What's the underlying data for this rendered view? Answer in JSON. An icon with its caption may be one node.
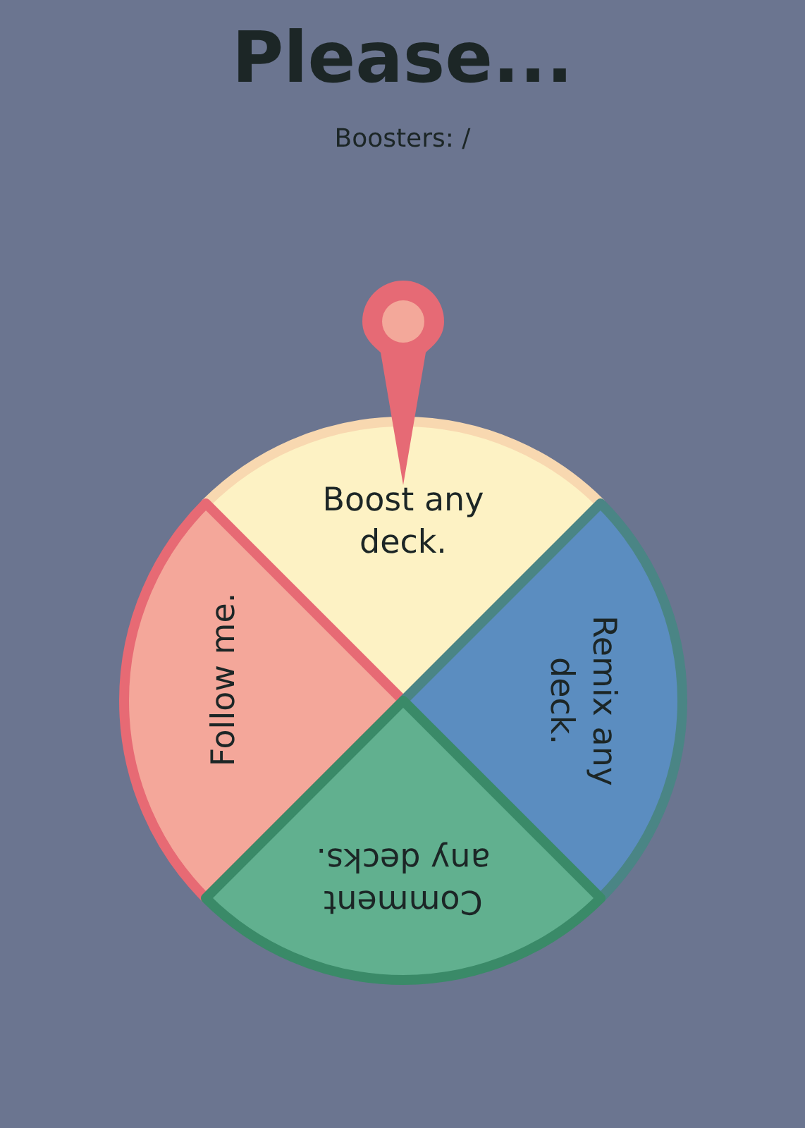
{
  "diagram": {
    "title": "Please...",
    "nodes": [
      {
        "text": [
          "Boost any deck."
        ]
      },
      {
        "text": [
          "Follow me."
        ]
      },
      {
        "text": [
          "Remix any deck."
        ]
      },
      {
        "text": [
          "Comment any decks."
        ]
      }
    ],
    "labels": [
      "Boosters: /"
    ]
  }
}
